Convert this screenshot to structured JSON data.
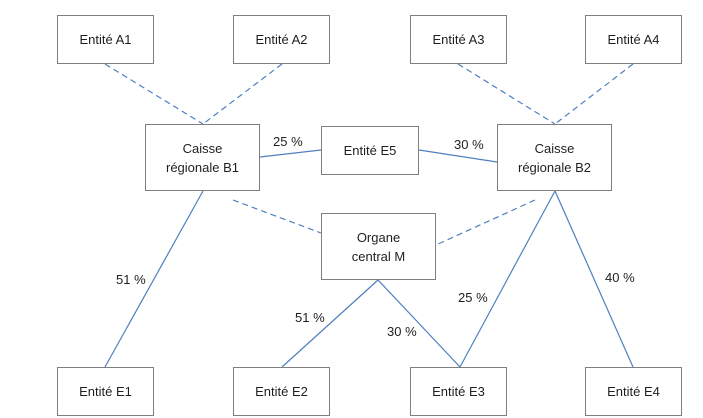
{
  "diagram": {
    "line_color": "#4f7fc0",
    "border_color": "#7f7f7f",
    "nodes": {
      "a1": "Entité A1",
      "a2": "Entité A2",
      "a3": "Entité A3",
      "a4": "Entité A4",
      "b1_line1": "Caisse",
      "b1_line2": "régionale B1",
      "e5": "Entité E5",
      "b2_line1": "Caisse",
      "b2_line2": "régionale B2",
      "m_line1": "Organe",
      "m_line2": "central M",
      "e1": "Entité E1",
      "e2": "Entité E2",
      "e3": "Entité E3",
      "e4": "Entité E4"
    },
    "percentages": {
      "b1_e5": "25 %",
      "b2_e5": "30 %",
      "b1_e1": "51 %",
      "m_e2": "51 %",
      "m_e3": "30 %",
      "b2_e3": "25 %",
      "b2_e4": "40 %"
    },
    "links": [
      {
        "from": "a1",
        "to": "b1",
        "style": "dashed"
      },
      {
        "from": "a2",
        "to": "b1",
        "style": "dashed"
      },
      {
        "from": "a3",
        "to": "b2",
        "style": "dashed"
      },
      {
        "from": "a4",
        "to": "b2",
        "style": "dashed"
      },
      {
        "from": "b1",
        "to": "e5",
        "style": "solid",
        "label": "b1_e5"
      },
      {
        "from": "e5",
        "to": "b2",
        "style": "solid",
        "label": "b2_e5"
      },
      {
        "from": "b1",
        "to": "m",
        "style": "dashed"
      },
      {
        "from": "b2",
        "to": "m",
        "style": "dashed"
      },
      {
        "from": "b1",
        "to": "e1",
        "style": "solid",
        "label": "b1_e1"
      },
      {
        "from": "m",
        "to": "e2",
        "style": "solid",
        "label": "m_e2"
      },
      {
        "from": "m",
        "to": "e3",
        "style": "solid",
        "label": "m_e3"
      },
      {
        "from": "b2",
        "to": "e3",
        "style": "solid",
        "label": "b2_e3"
      },
      {
        "from": "b2",
        "to": "e4",
        "style": "solid",
        "label": "b2_e4"
      }
    ]
  }
}
